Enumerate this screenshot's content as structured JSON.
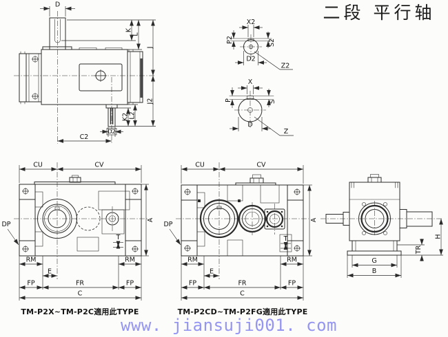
{
  "title": "二段 平行轴",
  "watermark": "www. jiansuji001. com",
  "colors": {
    "line": "#2b2b2b",
    "watermark": "#9595f2",
    "background": "#fcfcfa",
    "text": "#141414"
  },
  "top_view": {
    "d": "D",
    "k": "K",
    "l": "L",
    "j": "J",
    "j2": "J2",
    "k2": "K2",
    "l2": "L2",
    "d2": "D2",
    "c2": "C2"
  },
  "shaft2": {
    "x": "X2",
    "p": "P2",
    "s": "S2",
    "d": "D2",
    "z": "Z2"
  },
  "shaft1": {
    "x": "X",
    "p": "P",
    "s": "S",
    "d": "D",
    "z": "Z"
  },
  "front_small": {
    "cu": "CU",
    "cv": "CV",
    "dp": "DP",
    "a": "A",
    "rm_left": "RM",
    "rm_right": "RM",
    "e": "E",
    "fp_left": "FP",
    "fr": "FR",
    "fp_right": "FP",
    "c": "C",
    "t": "T",
    "caption": "TM-P2X~TM-P2C適用此TYPE"
  },
  "front_large": {
    "cu": "CU",
    "cv": "CV",
    "dp": "DP",
    "a": "A",
    "rm_left": "RM",
    "rm_right": "RM",
    "e": "E",
    "fp_left": "FP",
    "fr": "FR",
    "fp_right": "FP",
    "c": "C",
    "t": "T",
    "caption": "TM-P2CD~TM-P2FG適用此TYPE"
  },
  "side_view": {
    "g": "G",
    "b": "B",
    "h": "H",
    "tr": "TR"
  }
}
